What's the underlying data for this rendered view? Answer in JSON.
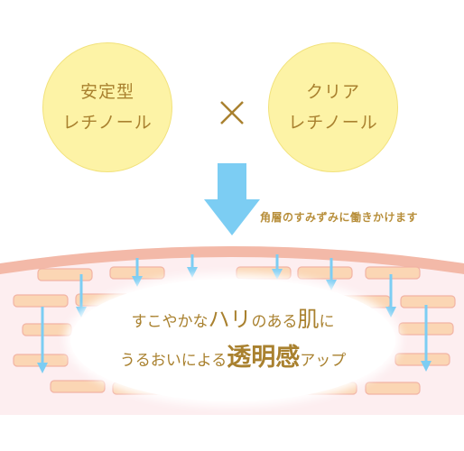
{
  "ingredients": [
    {
      "line1": "安定型",
      "line2": "レチノール"
    },
    {
      "line1": "クリア",
      "line2": "レチノール"
    }
  ],
  "caption": "角層のすみずみに働きかけます",
  "message": {
    "line1": {
      "a": "すこやかな",
      "b": "ハリ",
      "c": "のある",
      "d": "肌",
      "e": "に"
    },
    "line2": {
      "a": "うるおいによる",
      "b": "透明感",
      "c": "アップ"
    }
  },
  "colors": {
    "circle_fill": "#fdf3a6",
    "gold_text": "#a9812f",
    "arrow_blue": "#7ccdf3",
    "skin_pink": "#fdeef0",
    "skin_surface": "#f3b9a8",
    "cell_fill": "#fbd6b4"
  }
}
